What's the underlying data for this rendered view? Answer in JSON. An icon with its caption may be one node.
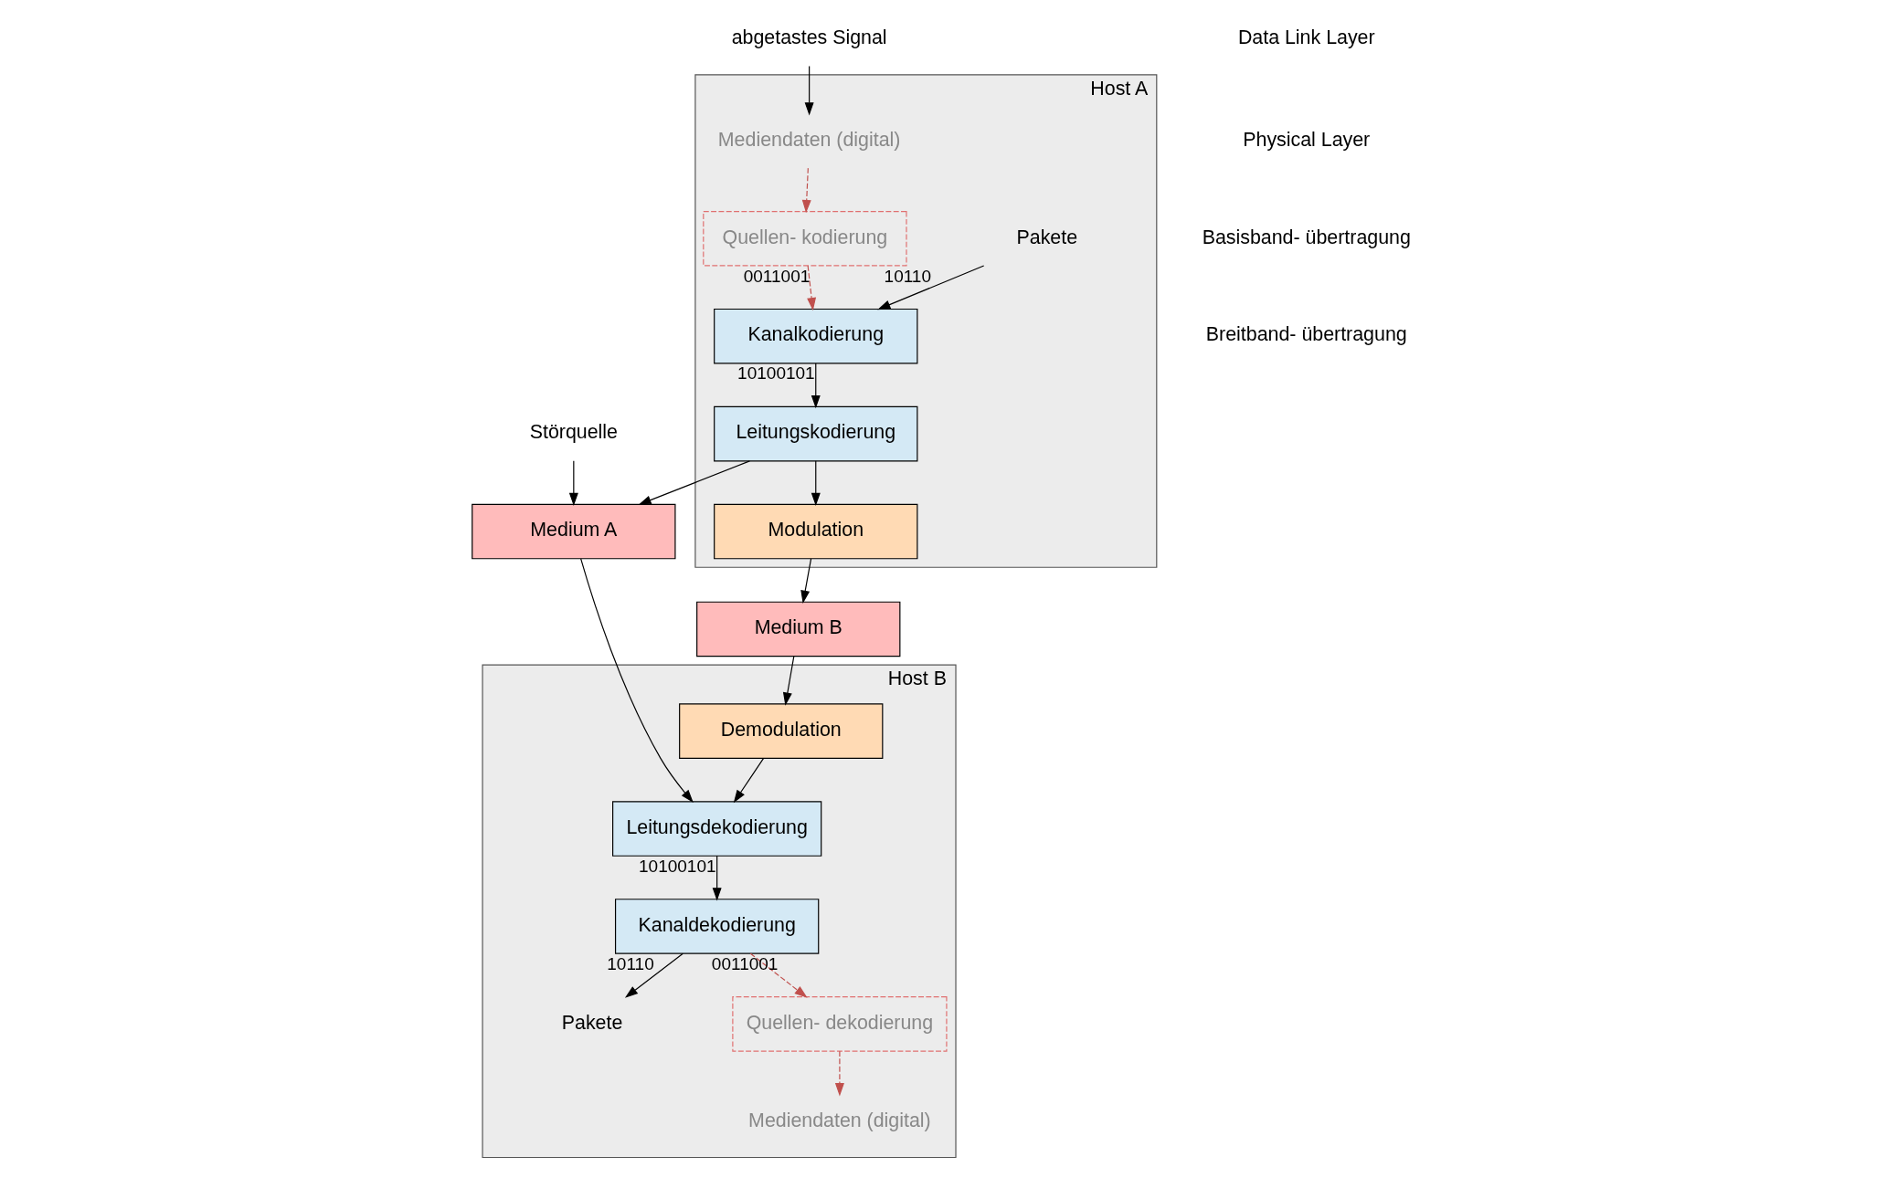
{
  "diagram": {
    "nodes": [
      {
        "text": [
          "Host A"
        ]
      },
      {
        "text": [
          "Pakete"
        ],
        "in": 0
      },
      {
        "text": [
          "Mediendaten (digital)"
        ],
        "in": 0
      },
      {
        "text": [
          "abgetastes Signal"
        ]
      },
      {
        "text": [
          "Quellen- kodierung"
        ],
        "in": 0
      },
      {
        "text": [
          "Kanalkodierung"
        ],
        "in": 0
      },
      {
        "text": [
          "Leitungskodierung"
        ],
        "in": 0
      },
      {
        "text": [
          "Modulation"
        ],
        "in": 0
      },
      {
        "text": [
          "Störquelle"
        ]
      },
      {
        "text": [
          "Medium A"
        ]
      },
      {
        "text": [
          "Medium B"
        ]
      },
      {
        "text": [
          "Host B"
        ]
      },
      {
        "text": [
          "Pakete"
        ],
        "in": 11
      },
      {
        "text": [
          "Mediendaten (digital)"
        ],
        "in": 11
      },
      {
        "text": [
          "Quellen- dekodierung"
        ],
        "in": 11
      },
      {
        "text": [
          "Kanaldekodierung"
        ],
        "in": 11
      },
      {
        "text": [
          "Leitungsdekodierung"
        ],
        "in": 11
      },
      {
        "text": [
          "Demodulation"
        ],
        "in": 11
      }
    ],
    "edges": [
      {
        "from": 3,
        "to": 2,
        "arrow": "to"
      },
      {
        "from": 1,
        "to": 5,
        "arrow": "to",
        "label": "10110"
      },
      {
        "from": 2,
        "to": 4,
        "arrow": "to",
        "style": "dashed",
        "color": "#c0504d"
      },
      {
        "from": 4,
        "to": 5,
        "arrow": "to",
        "style": "dashed",
        "color": "#c0504d",
        "label": "0011001"
      },
      {
        "from": 5,
        "to": 6,
        "arrow": "to",
        "label": "10100101"
      },
      {
        "from": 6,
        "to": 7,
        "arrow": "to"
      },
      {
        "from": 6,
        "to": 9,
        "arrow": "to"
      },
      {
        "from": 7,
        "to": 10,
        "arrow": "to"
      },
      {
        "from": 8,
        "to": 9,
        "arrow": "to"
      },
      {
        "from": 9,
        "to": 16,
        "arrow": "to"
      },
      {
        "from": 10,
        "to": 17,
        "arrow": "to"
      },
      {
        "from": 17,
        "to": 16,
        "arrow": "to"
      },
      {
        "from": 16,
        "to": 15,
        "arrow": "to",
        "label": "10100101"
      },
      {
        "from": 15,
        "to": 14,
        "arrow": "to",
        "style": "dashed",
        "color": "#c0504d",
        "label": "0011001"
      },
      {
        "from": 14,
        "to": 13,
        "arrow": "to",
        "style": "dashed",
        "color": "#c0504d"
      },
      {
        "from": 15,
        "to": 12,
        "arrow": "to",
        "label": "10110"
      }
    ],
    "labels": [
      "Data Link Layer",
      "Physical Layer",
      "Basisband- übertragung",
      "Breitband- übertragung"
    ]
  }
}
